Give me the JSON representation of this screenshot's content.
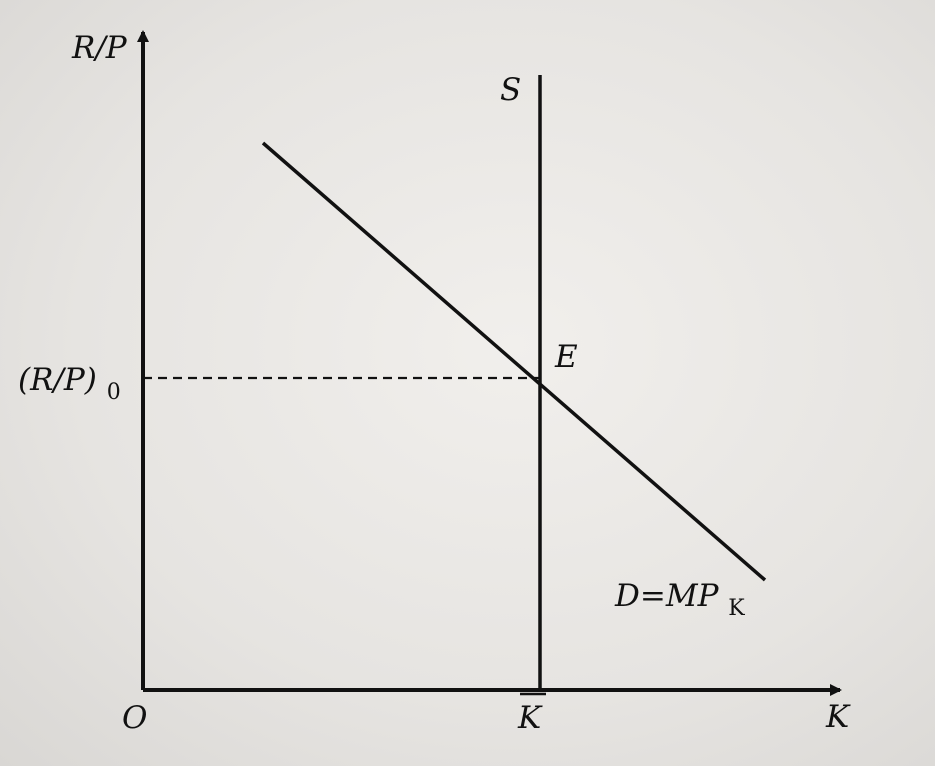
{
  "diagram": {
    "y_axis_label": "R/P",
    "x_axis_label": "K",
    "origin_label": "O",
    "supply_label": "S",
    "equilibrium_label": "E",
    "equilibrium_price_label": {
      "main": "(R/P)",
      "subscript": "0"
    },
    "demand_label": {
      "main": "D=MP",
      "subscript": "K"
    },
    "k_bar_label": "K"
  },
  "colors": {
    "ink": "#111111",
    "paper": "#e9e7e4"
  }
}
